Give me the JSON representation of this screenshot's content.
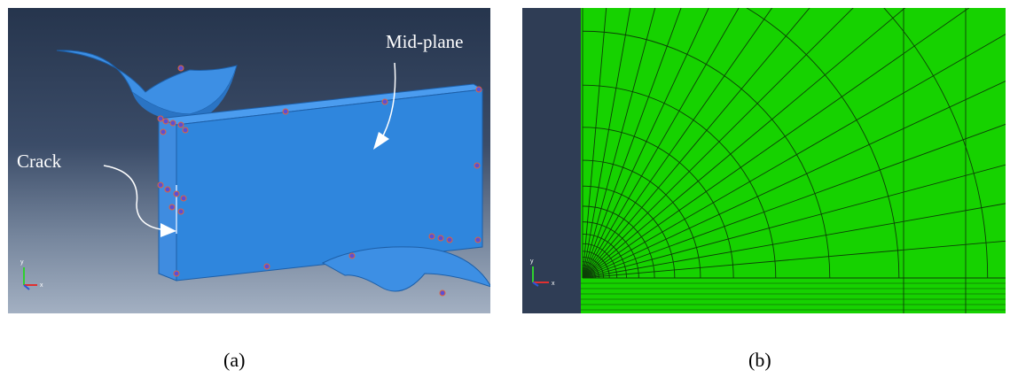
{
  "figure": {
    "panel_a": {
      "caption": "(a)",
      "annotations": {
        "mid_plane": "Mid-plane",
        "crack": "Crack"
      },
      "colors": {
        "part": "#2f86dd",
        "part_side": "#4b9cef",
        "background_top": "#26354d",
        "background_bottom": "#a3b0c2"
      }
    },
    "panel_b": {
      "caption": "(b)",
      "colors": {
        "mesh_fill": "#16d200",
        "mesh_lines": "#0d3f07",
        "background": "#2f3d55"
      }
    },
    "triad": {
      "x": "x",
      "y": "y"
    }
  }
}
